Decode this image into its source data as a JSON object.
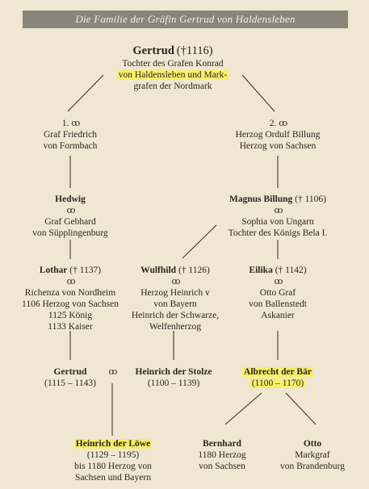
{
  "title": "Die Familie der Gräfin Gertrud von Haldensleben",
  "marriage_symbol": "ꝏ",
  "root": {
    "name": "Gertrud",
    "dates": "(†1116)",
    "lines": [
      "Tochter des Grafen Konrad",
      "von Haldensleben und Mark-",
      "grafen der Nordmark"
    ]
  },
  "husband1": {
    "number": "1.",
    "lines": [
      "Graf Friedrich",
      "von Formbach"
    ]
  },
  "husband2": {
    "number": "2.",
    "lines": [
      "Herzog Ordulf Billung",
      "Herzog von Sachsen"
    ]
  },
  "hedwig": {
    "name": "Hedwig",
    "lines": [
      "Graf Gebhard",
      "von Süpplingenburg"
    ]
  },
  "magnus": {
    "name": "Magnus Billung",
    "dates": "(† 1106)",
    "lines": [
      "Sophia von Ungarn",
      "Tochter des Königs Bela I."
    ]
  },
  "lothar": {
    "name": "Lothar",
    "dates": "(† 1137)",
    "lines": [
      "Richenza von Nordheim",
      "1106 Herzog von Sachsen",
      "1125 König",
      "1133 Kaiser"
    ]
  },
  "wulfhild": {
    "name": "Wulfhild",
    "dates": "(† 1126)",
    "lines": [
      "Herzog Heinrich v",
      "von Bayern",
      "Heinrich der Schwarze,",
      "Welfenherzog"
    ]
  },
  "eilika": {
    "name": "Eilika",
    "dates": "(† 1142)",
    "lines": [
      "Otto Graf",
      "von Ballenstedt",
      "Askanier"
    ]
  },
  "gertrud2": {
    "name": "Gertrud",
    "dates": "(1115 – 1143)"
  },
  "heinrich_stolze": {
    "name": "Heinrich der Stolze",
    "dates": "(1100 – 1139)"
  },
  "albrecht": {
    "name": "Albrecht der Bär",
    "dates": "(1100 – 1170)"
  },
  "heinrich_loewe": {
    "name": "Heinrich der Löwe",
    "lines": [
      "(1129 – 1195)",
      "bis 1180 Herzog von",
      "Sachsen und Bayern"
    ]
  },
  "bernhard": {
    "name": "Bernhard",
    "lines": [
      "1180 Herzog",
      "von Sachsen"
    ]
  },
  "otto": {
    "name": "Otto",
    "lines": [
      "Markgraf",
      "von Brandenburg"
    ]
  },
  "colors": {
    "background": "#efe7d2",
    "banner": "#8a857b",
    "highlight": "#f7ef6a",
    "ink": "#2a2620"
  }
}
